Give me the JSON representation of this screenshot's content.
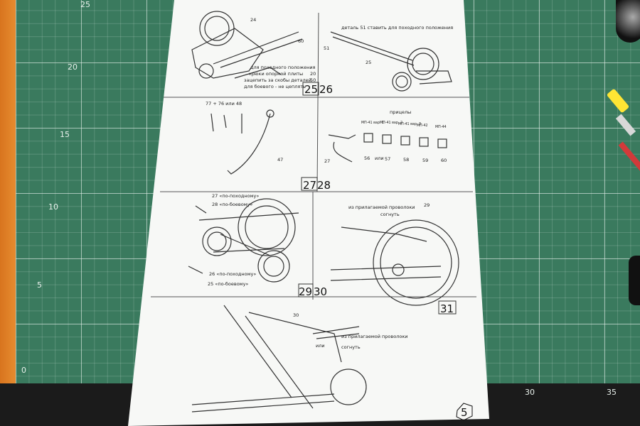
{
  "mat": {
    "ruler_left": [
      "25",
      "20",
      "15",
      "10",
      "5",
      "0"
    ],
    "ruler_bottom": [
      "30",
      "35"
    ]
  },
  "steps": {
    "s25": "25",
    "s26": "26",
    "s27": "27",
    "s28": "28",
    "s29": "29",
    "s30": "30",
    "s31": "31",
    "page": "5"
  },
  "panel25": {
    "text_line1": "для походного положения",
    "text_line2": "крюки опорной плиты",
    "text_line3": "зацепить за скобы деталей",
    "text_line4": "для боевого - не цеплять",
    "part_a": "20",
    "part_b": "50",
    "part_top": "24",
    "part_side": "60"
  },
  "panel26": {
    "text": "деталь 51 ставить для походного положения",
    "part_a": "51",
    "part_b": "25"
  },
  "panel27": {
    "parts_line": "77 + 76 или 48",
    "part_a": "47"
  },
  "panel28": {
    "title": "прицелы",
    "sights": [
      "МП-41 вар. 1",
      "МП-41 вар. 2",
      "МП-41 вар. 3",
      "МП-42",
      "МП-44"
    ],
    "parts": [
      "56",
      "57",
      "58",
      "59",
      "60"
    ],
    "or_label": "или",
    "left_part": "27"
  },
  "panel29": {
    "l1": "27 «по-походному»",
    "l2": "28 «по-боевому»",
    "l3": "26 «по-походному»",
    "l4": "25 «по-боевому»"
  },
  "panel30": {
    "wire_text": "из прилагаемой проволоки",
    "bend": "согнуть",
    "part": "29"
  },
  "panel31": {
    "part": "30",
    "or_label": "или",
    "wire_text": "из прилагаемой проволоки",
    "bend": "согнуть"
  }
}
